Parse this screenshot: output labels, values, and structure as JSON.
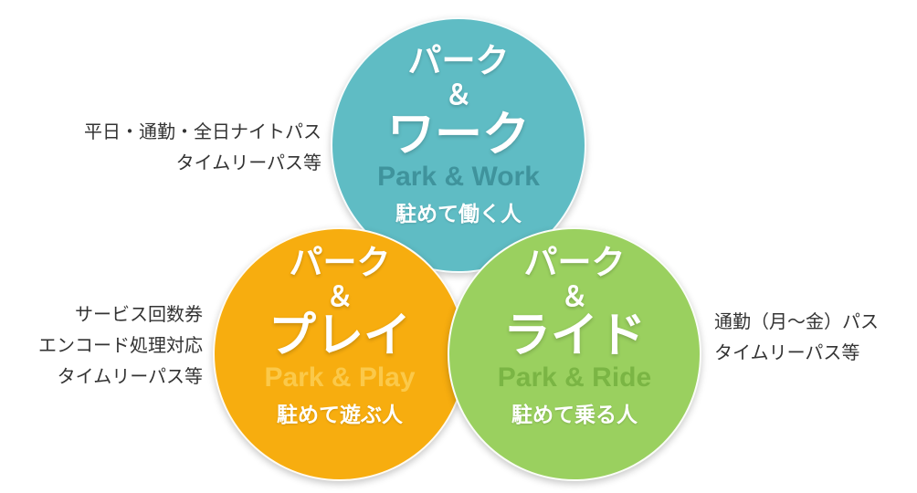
{
  "circles": {
    "work": {
      "line1": "パーク",
      "amp": "＆",
      "main": "ワーク",
      "english": "Park & Work",
      "desc": "駐めて働く人",
      "color": "#5fbcc4",
      "english_color": "#3f939c"
    },
    "play": {
      "line1": "パーク",
      "amp": "＆",
      "main": "プレイ",
      "english": "Park & Play",
      "desc": "駐めて遊ぶ人",
      "color": "#f7ad0f",
      "english_color": "#fbc94a"
    },
    "ride": {
      "line1": "パーク",
      "amp": "＆",
      "main": "ライド",
      "english": "Park & Ride",
      "desc": "駐めて乗る人",
      "color": "#9ad05f",
      "english_color": "#7ab544"
    }
  },
  "side_labels": {
    "work": [
      "平日・通勤・全日ナイトパス",
      "タイムリーパス等"
    ],
    "play": [
      "サービス回数券",
      "エンコード処理対応",
      "タイムリーパス等"
    ],
    "ride": [
      "通勤（月〜金）パス",
      "タイムリーパス等"
    ]
  }
}
